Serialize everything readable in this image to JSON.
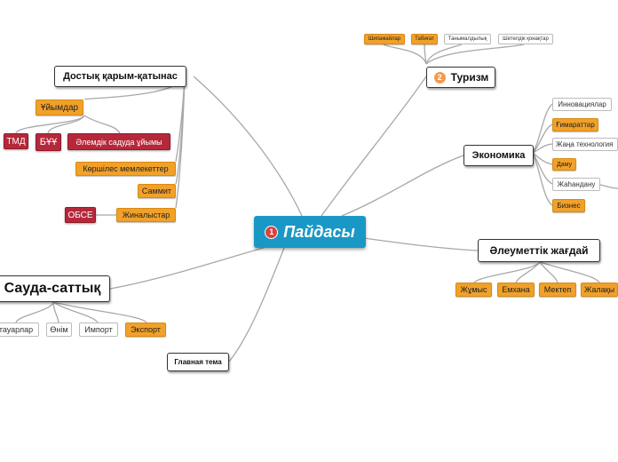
{
  "central": {
    "label": "Пайдасы",
    "badge": "1"
  },
  "main_topics": {
    "friendship": "Достық қарым-қатынас",
    "tourism": "Туризм",
    "tourism_badge": "2",
    "economy": "Экономика",
    "social": "Әлеуметтік жағдай",
    "trade": "Сауда-саттық",
    "main_theme": "Главная тема"
  },
  "friendship_sub": {
    "organizations": "Ұйымдар",
    "cis": "ТМД",
    "un": "БҰҰ",
    "wto": "Әлемдік садуда ұйымы",
    "neighbors": "Көршілес мемлекеттер",
    "summit": "Саммит",
    "meetings": "Жиналыстар",
    "osce": "ОБСЕ"
  },
  "tourism_sub": {
    "hospitals": "Шипажайлар",
    "nature": "Табиғат",
    "acquaintance": "Танымалдылық",
    "foreign_guests": "Шетелдік қонақтар"
  },
  "economy_sub": {
    "innovations": "Инновациялар",
    "buildings": "Ғимараттар",
    "new_tech": "Жаңа технология",
    "development": "Даму",
    "globalization": "Жаһандану",
    "business": "Бизнес"
  },
  "social_sub": {
    "work": "Жұмыс",
    "hospital": "Емхана",
    "school": "Мектеп",
    "salary": "Жалақы"
  },
  "trade_sub": {
    "goods": "тауарлар",
    "product": "Өнім",
    "import": "Импорт",
    "export": "Экспорт"
  },
  "colors": {
    "central": "#1a98c5",
    "orange": "#f1a12a",
    "red": "#b5283a",
    "line": "#a8a8a8"
  }
}
